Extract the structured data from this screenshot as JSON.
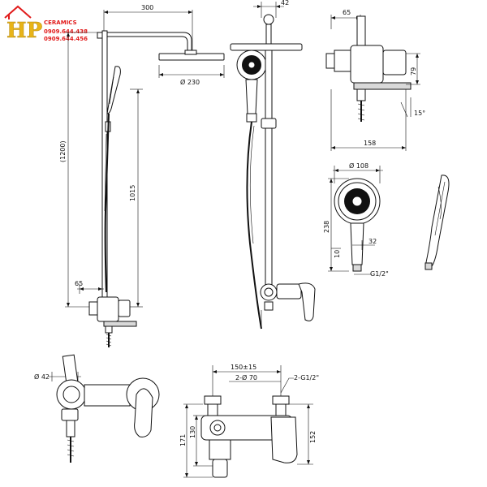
{
  "logo": {
    "monogram": "HP",
    "brand": "CERAMICS",
    "phone1": "0909.644.438",
    "phone2": "0909.644.456"
  },
  "dimensions": {
    "arm_length": "300",
    "head_diameter": "Ø 230",
    "total_height": "(1200)",
    "bar_height": "1015",
    "valve_offset": "65",
    "top_offset": "42",
    "mixer_depth": "65",
    "mixer_height": "79",
    "mixer_width": "158",
    "angle": "15°",
    "hand_diameter": "Ø 108",
    "hand_length": "238",
    "handle_width": "32",
    "handle_end": "10",
    "hand_thread": "G1/2\"",
    "pipe_diameter": "Ø 42",
    "spacing": "150±15",
    "flange_diameter": "2-Ø 70",
    "inlet_thread": "2-G1/2\"",
    "valve_height_a": "171",
    "valve_height_b": "130",
    "valve_height_c": "152"
  },
  "colors": {
    "line": "#111111",
    "logo_red": "#e11b1b",
    "logo_gold": "#e8b418"
  }
}
